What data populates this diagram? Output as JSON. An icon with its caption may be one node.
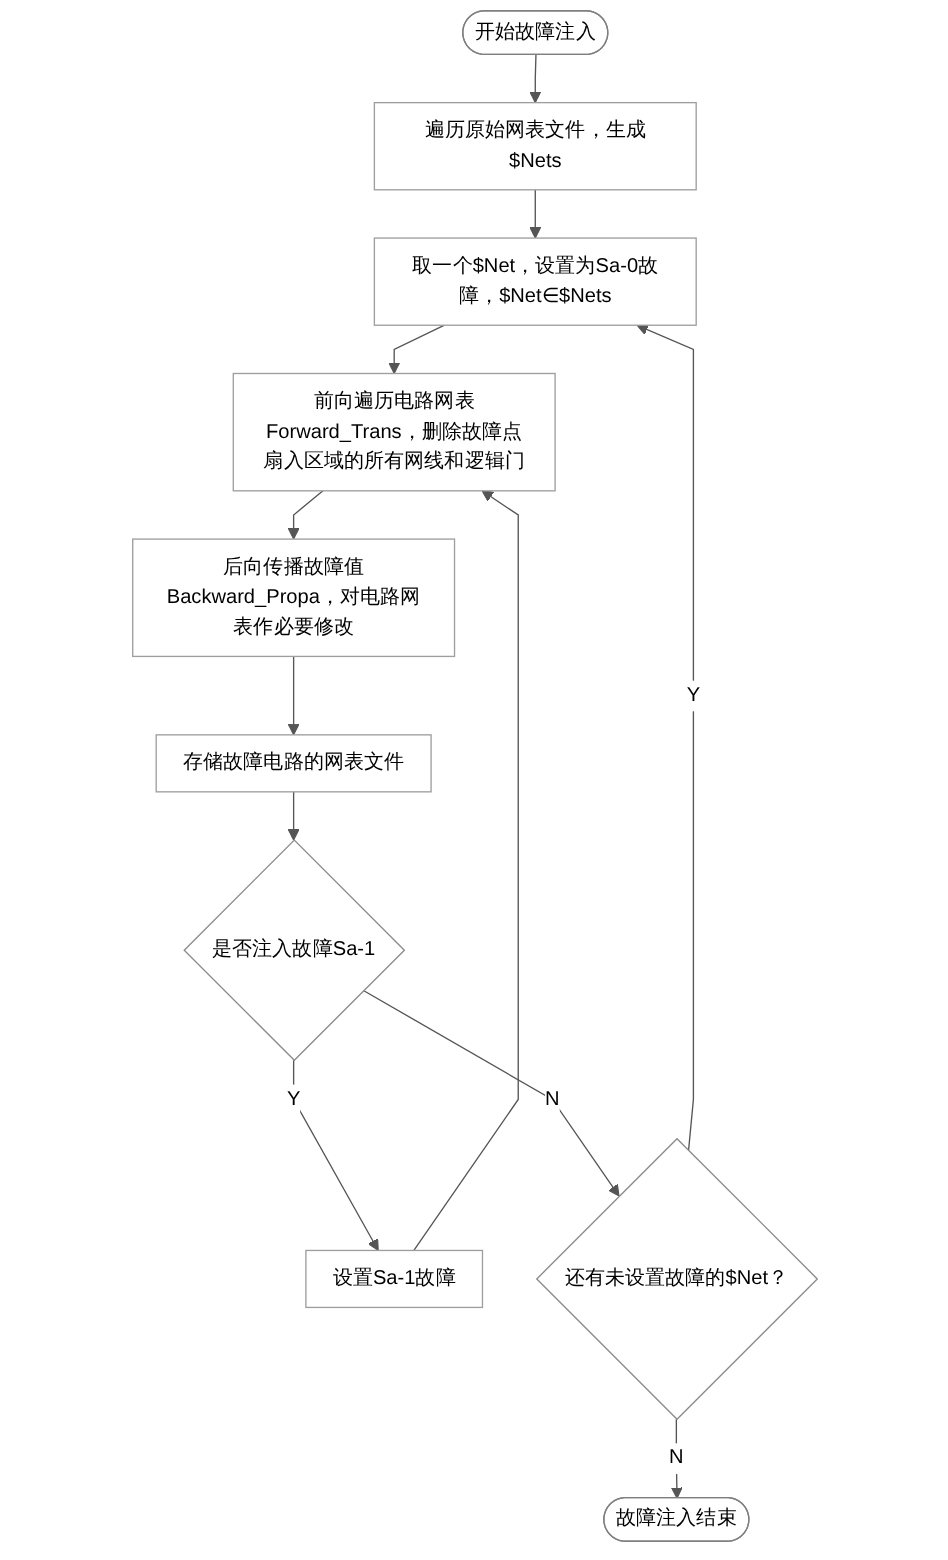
{
  "diagram": {
    "nodes": [
      {
        "text": [
          "开始故障注入"
        ]
      },
      {
        "text": [
          "遍历原始网表文件，生成$Nets"
        ]
      },
      {
        "text": [
          "取一个$Net，设置为Sa-0故障，$Net∈$Nets"
        ]
      },
      {
        "text": [
          "前向遍历电路网表Forward_Trans，删除故障点扇入区域的所有网线和逻辑门"
        ]
      },
      {
        "text": [
          "后向传播故障值Backward_Propa，对电路网表作必要修改"
        ]
      },
      {
        "text": [
          "存储故障电路的网表文件"
        ]
      },
      {
        "text": [
          "设置Sa-1故障"
        ]
      },
      {
        "text": [
          "是否注入故障Sa-1"
        ]
      },
      {
        "text": [
          "还有未设置故障的$Net？"
        ]
      },
      {
        "text": [
          "故障注入结束"
        ]
      }
    ],
    "edges": [
      {
        "from": 0,
        "to": 1,
        "arrow": "to"
      },
      {
        "from": 1,
        "to": 2,
        "arrow": "to"
      },
      {
        "from": 2,
        "to": 3,
        "arrow": "to"
      },
      {
        "from": 3,
        "to": 4,
        "arrow": "to"
      },
      {
        "from": 4,
        "to": 5,
        "arrow": "to"
      },
      {
        "from": 5,
        "to": 7,
        "arrow": "to"
      },
      {
        "from": 7,
        "to": 6,
        "arrow": "to",
        "label": "Y"
      },
      {
        "from": 6,
        "to": 3,
        "arrow": "to"
      },
      {
        "from": 7,
        "to": 8,
        "arrow": "to",
        "label": "N"
      },
      {
        "from": 8,
        "to": 2,
        "arrow": "to",
        "label": "Y"
      },
      {
        "from": 8,
        "to": 9,
        "arrow": "to",
        "label": "N"
      }
    ]
  }
}
